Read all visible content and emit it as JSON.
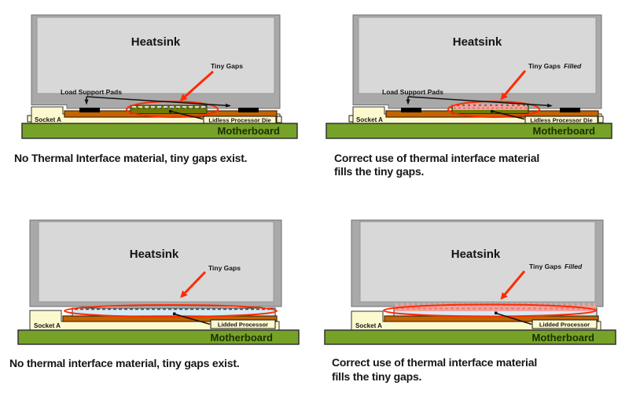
{
  "colors": {
    "heatsink_body": "#a9a9a9",
    "heatsink_face": "#d8d8d8",
    "socket": "#fdf9cf",
    "substrate": "#c26400",
    "die": "#6e7c04",
    "lid": "#d4eaf5",
    "motherboard": "#76a228",
    "pad": "#000000",
    "annotation_red": "#ff2a00",
    "thermal_pink": "#f5a39e"
  },
  "panels": [
    {
      "name": "lidless-no-tim",
      "heatsink": "Heatsink",
      "tiny_gaps": "Tiny Gaps",
      "tiny_gaps_suffix": "",
      "load_pads": "Load Support Pads",
      "socket": "Socket A",
      "processor": "Lidless Processor Die",
      "motherboard": "Motherboard",
      "caption_line1": "No Thermal Interface material, tiny gaps exist.",
      "caption_line2": ""
    },
    {
      "name": "lidless-with-tim",
      "heatsink": "Heatsink",
      "tiny_gaps": "Tiny Gaps",
      "tiny_gaps_suffix": "Filled",
      "load_pads": "Load Support Pads",
      "socket": "Socket A",
      "processor": "Lidless Processor Die",
      "motherboard": "Motherboard",
      "caption_line1": "Correct use of thermal interface material",
      "caption_line2": "fills the tiny gaps."
    },
    {
      "name": "lidded-no-tim",
      "heatsink": "Heatsink",
      "tiny_gaps": "Tiny Gaps",
      "tiny_gaps_suffix": "",
      "socket": "Socket A",
      "processor": "Lidded Processor",
      "motherboard": "Motherboard",
      "caption_line1": "No thermal interface material, tiny gaps exist.",
      "caption_line2": ""
    },
    {
      "name": "lidded-with-tim",
      "heatsink": "Heatsink",
      "tiny_gaps": "Tiny Gaps",
      "tiny_gaps_suffix": "Filled",
      "socket": "Socket A",
      "processor": "Lidded Processor",
      "motherboard": "Motherboard",
      "caption_line1": "Correct use of thermal interface material",
      "caption_line2": "fills the tiny gaps."
    }
  ]
}
